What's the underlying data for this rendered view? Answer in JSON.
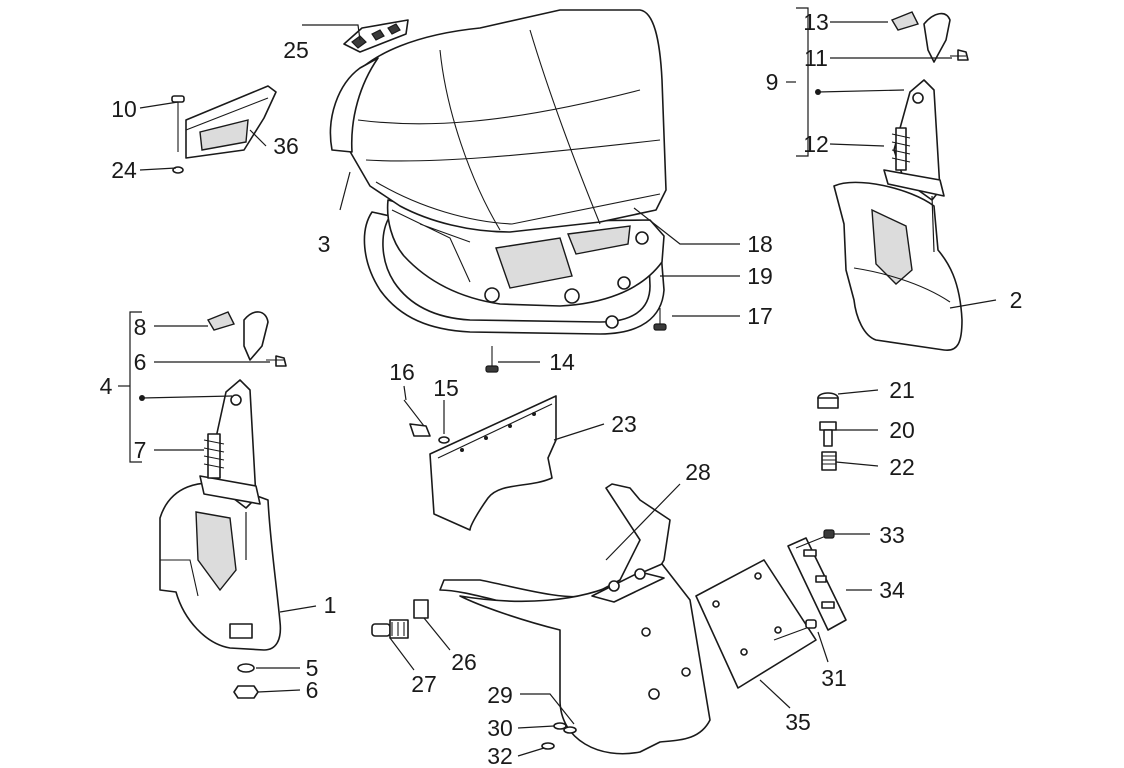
{
  "callouts": {
    "c1": "1",
    "c2": "2",
    "c3": "3",
    "c4": "4",
    "c5": "5",
    "c6a": "6",
    "c6b": "6",
    "c7": "7",
    "c8": "8",
    "c9": "9",
    "c10": "10",
    "c11": "11",
    "c12": "12",
    "c13": "13",
    "c14": "14",
    "c15": "15",
    "c16": "16",
    "c17": "17",
    "c18": "18",
    "c19": "19",
    "c20": "20",
    "c21": "21",
    "c22": "22",
    "c23": "23",
    "c24": "24",
    "c25": "25",
    "c26": "26",
    "c27": "27",
    "c28": "28",
    "c29": "29",
    "c30": "30",
    "c31": "31",
    "c32": "32",
    "c33": "33",
    "c34": "34",
    "c35": "35",
    "c36": "36"
  }
}
